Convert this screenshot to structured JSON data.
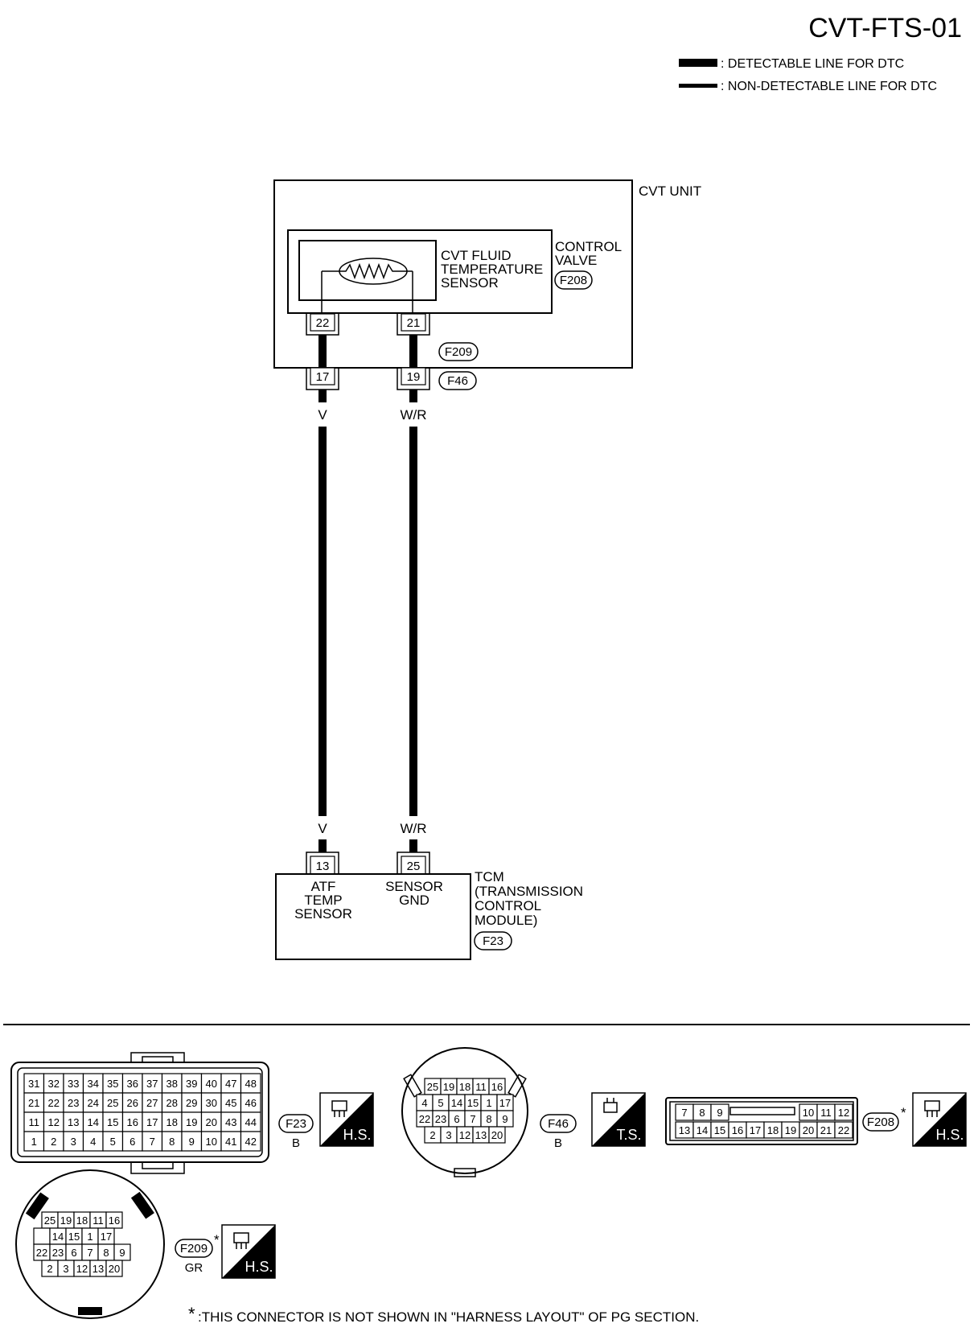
{
  "title": "CVT-FTS-01",
  "legend": {
    "detectable": ": DETECTABLE LINE FOR DTC",
    "non_detectable": ": NON-DETECTABLE LINE FOR DTC"
  },
  "cvt_unit": {
    "label": "CVT UNIT",
    "control_valve": {
      "line1": "CONTROL",
      "line2": "VALVE",
      "connector": "F208"
    },
    "sensor": {
      "line1": "CVT FLUID",
      "line2": "TEMPERATURE",
      "line3": "SENSOR"
    },
    "connector_f209": "F209"
  },
  "harness": {
    "connector_f46": "F46",
    "pins": {
      "cv_left": "22",
      "cv_right": "21",
      "f46_left": "17",
      "f46_right": "19",
      "tcm_left": "13",
      "tcm_right": "25"
    },
    "wires": {
      "left_top": "V",
      "right_top": "W/R",
      "left_bottom": "V",
      "right_bottom": "W/R"
    }
  },
  "tcm": {
    "line1": "TCM",
    "line2": "(TRANSMISSION",
    "line3": "CONTROL",
    "line4": "MODULE)",
    "connector": "F23",
    "terminal_left": {
      "line1": "ATF",
      "line2": "TEMP",
      "line3": "SENSOR"
    },
    "terminal_right": {
      "line1": "SENSOR",
      "line2": "GND"
    }
  },
  "connectors": {
    "f23": {
      "id": "F23",
      "color": "B",
      "badge": "H.S.",
      "rows": [
        [
          "31",
          "32",
          "33",
          "34",
          "35",
          "36",
          "37",
          "38",
          "39",
          "40",
          "47",
          "48"
        ],
        [
          "21",
          "22",
          "23",
          "24",
          "25",
          "26",
          "27",
          "28",
          "29",
          "30",
          "45",
          "46"
        ],
        [
          "11",
          "12",
          "13",
          "14",
          "15",
          "16",
          "17",
          "18",
          "19",
          "20",
          "43",
          "44"
        ],
        [
          "1",
          "2",
          "3",
          "4",
          "5",
          "6",
          "7",
          "8",
          "9",
          "10",
          "41",
          "42"
        ]
      ]
    },
    "f46": {
      "id": "F46",
      "color": "B",
      "badge": "T.S.",
      "rows": [
        [
          "25",
          "19",
          "18",
          "11",
          "16"
        ],
        [
          "4",
          "5",
          "14",
          "15",
          "1",
          "17"
        ],
        [
          "22",
          "23",
          "6",
          "7",
          "8",
          "9"
        ],
        [
          "2",
          "3",
          "12",
          "13",
          "20"
        ]
      ]
    },
    "f208": {
      "id": "F208",
      "star": "*",
      "badge": "H.S.",
      "rows": [
        [
          "7",
          "8",
          "9",
          "10",
          "11",
          "12"
        ],
        [
          "13",
          "14",
          "15",
          "16",
          "17",
          "18",
          "19",
          "20",
          "21",
          "22"
        ]
      ]
    },
    "f209": {
      "id": "F209",
      "star": "*",
      "color": "GR",
      "badge": "H.S.",
      "rows": [
        [
          "25",
          "19",
          "18",
          "11",
          "16"
        ],
        [
          "",
          "14",
          "15",
          "1",
          "17"
        ],
        [
          "22",
          "23",
          "6",
          "7",
          "8",
          "9"
        ],
        [
          "2",
          "3",
          "12",
          "13",
          "20"
        ]
      ]
    }
  },
  "footnote": {
    "star": "*",
    "text": ":THIS CONNECTOR IS NOT SHOWN IN \"HARNESS LAYOUT\" OF PG SECTION."
  }
}
